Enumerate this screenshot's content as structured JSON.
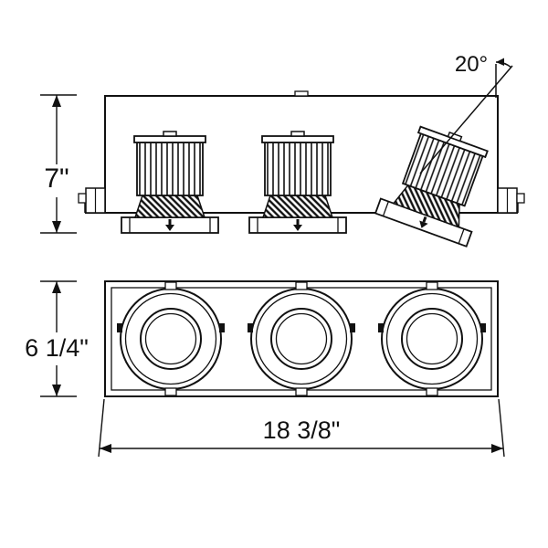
{
  "labels": {
    "housing_height": "7\"",
    "tilt_angle": "20°",
    "trim_height": "6 1/4\"",
    "overall_width": "18 3/8\""
  },
  "colors": {
    "line": "#111111",
    "background": "#ffffff"
  }
}
